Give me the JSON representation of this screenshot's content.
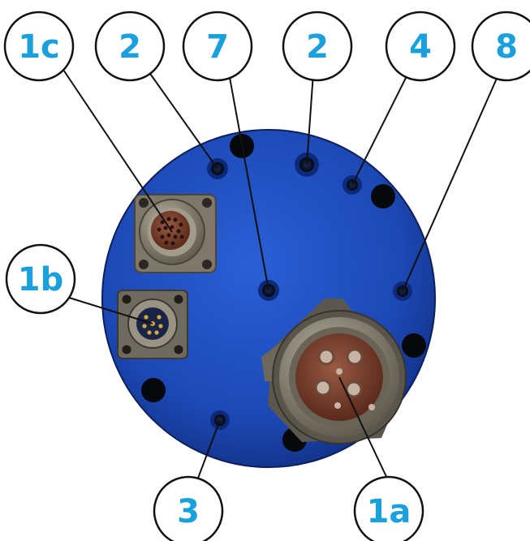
{
  "colors": {
    "plate": "#1f4fc0",
    "plate_dark": "#0f2f86",
    "plate_edge": "#0a1f5c",
    "label_text": "#1aa0dc",
    "leader": "#111111",
    "hole": "#0b0b10",
    "connector_metal": "#8c8474",
    "connector_insert": "#7a3f2e"
  },
  "callouts": [
    {
      "id": "1c",
      "label": "1c",
      "target": "connector-1c"
    },
    {
      "id": "2-left",
      "label": "2",
      "target": "hole-2-left"
    },
    {
      "id": "7",
      "label": "7",
      "target": "hole-7"
    },
    {
      "id": "2-right",
      "label": "2",
      "target": "hole-2-right"
    },
    {
      "id": "4",
      "label": "4",
      "target": "hole-4"
    },
    {
      "id": "8",
      "label": "8",
      "target": "hole-8"
    },
    {
      "id": "1b",
      "label": "1b",
      "target": "connector-1b"
    },
    {
      "id": "3",
      "label": "3",
      "target": "hole-3"
    },
    {
      "id": "1a",
      "label": "1a",
      "target": "connector-1a"
    }
  ]
}
